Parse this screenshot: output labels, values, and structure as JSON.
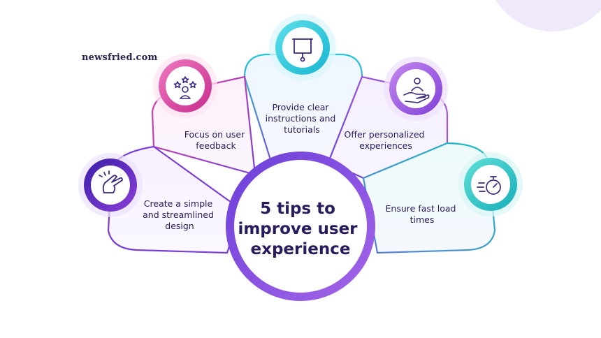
{
  "brand": {
    "site_name": "newsfried.com"
  },
  "center": {
    "title_lines": [
      "5 tips to",
      "improve user",
      "experience"
    ]
  },
  "tips": [
    {
      "icon": "pointing-hand-icon",
      "lines": [
        "Create a simple",
        "and streamlined",
        "design"
      ],
      "color": "#5a2bbd"
    },
    {
      "icon": "user-rating-stars-icon",
      "lines": [
        "Focus on user",
        "feedback"
      ],
      "color": "#d63f9c"
    },
    {
      "icon": "projector-screen-icon",
      "lines": [
        "Provide clear",
        "instructions and",
        "tutorials"
      ],
      "color": "#22c3d6"
    },
    {
      "icon": "hand-holding-user-icon",
      "lines": [
        "Offer personalized",
        "experiences"
      ],
      "color": "#9b57d9"
    },
    {
      "icon": "stopwatch-speed-icon",
      "lines": [
        "Ensure fast load",
        "times"
      ],
      "color": "#1fb9b8"
    }
  ],
  "colors": {
    "center_ring": "#8150e0",
    "text": "#2a1a5e",
    "corner_blob": "#efe9fb"
  }
}
